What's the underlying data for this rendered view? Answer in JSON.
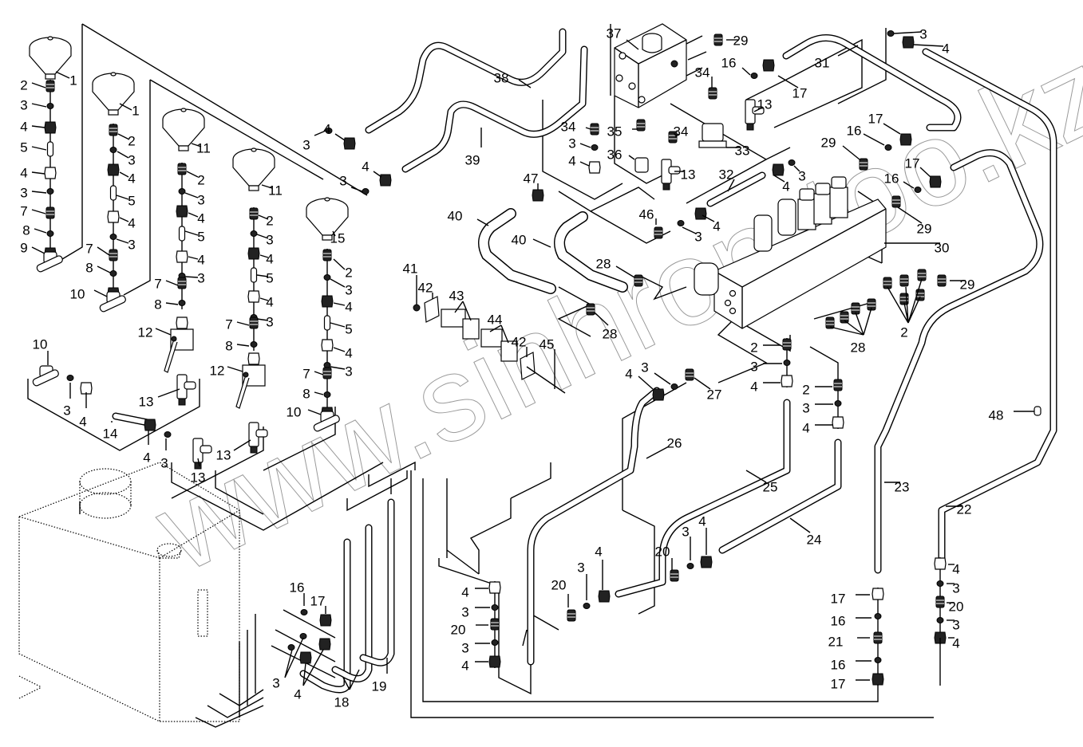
{
  "diagram": {
    "title": "Hydraulic system exploded view",
    "watermark": "www.sinhron-too.kz",
    "colors": {
      "line": "#000000",
      "background": "#ffffff",
      "watermark": "#9a9a9a"
    },
    "callouts": [
      {
        "id": "c1",
        "num": "1"
      },
      {
        "id": "c2",
        "num": "2"
      },
      {
        "id": "c3",
        "num": "3"
      },
      {
        "id": "c4",
        "num": "4"
      },
      {
        "id": "c5",
        "num": "5"
      },
      {
        "id": "c6",
        "num": "4"
      },
      {
        "id": "c7",
        "num": "3"
      },
      {
        "id": "c8",
        "num": "7"
      },
      {
        "id": "c9",
        "num": "8"
      },
      {
        "id": "c10",
        "num": "9"
      },
      {
        "id": "c11",
        "num": "1"
      },
      {
        "id": "c12",
        "num": "2"
      },
      {
        "id": "c13",
        "num": "3"
      },
      {
        "id": "c14",
        "num": "4"
      },
      {
        "id": "c15",
        "num": "5"
      },
      {
        "id": "c16",
        "num": "4"
      },
      {
        "id": "c17",
        "num": "3"
      },
      {
        "id": "c18",
        "num": "7"
      },
      {
        "id": "c19",
        "num": "8"
      },
      {
        "id": "c20",
        "num": "10"
      },
      {
        "id": "c21",
        "num": "11"
      },
      {
        "id": "c22",
        "num": "2"
      },
      {
        "id": "c23",
        "num": "3"
      },
      {
        "id": "c24",
        "num": "4"
      },
      {
        "id": "c25",
        "num": "5"
      },
      {
        "id": "c26",
        "num": "4"
      },
      {
        "id": "c27",
        "num": "3"
      },
      {
        "id": "c28",
        "num": "7"
      },
      {
        "id": "c29",
        "num": "8"
      },
      {
        "id": "c30",
        "num": "12"
      },
      {
        "id": "c31",
        "num": "13"
      },
      {
        "id": "c32",
        "num": "11"
      },
      {
        "id": "c33",
        "num": "2"
      },
      {
        "id": "c34",
        "num": "3"
      },
      {
        "id": "c35",
        "num": "4"
      },
      {
        "id": "c36",
        "num": "5"
      },
      {
        "id": "c37",
        "num": "4"
      },
      {
        "id": "c38",
        "num": "3"
      },
      {
        "id": "c39",
        "num": "7"
      },
      {
        "id": "c40",
        "num": "8"
      },
      {
        "id": "c41",
        "num": "12"
      },
      {
        "id": "c42",
        "num": "13"
      },
      {
        "id": "c43",
        "num": "15"
      },
      {
        "id": "c44",
        "num": "2"
      },
      {
        "id": "c45",
        "num": "3"
      },
      {
        "id": "c46",
        "num": "4"
      },
      {
        "id": "c47",
        "num": "5"
      },
      {
        "id": "c48",
        "num": "4"
      },
      {
        "id": "c49",
        "num": "3"
      },
      {
        "id": "c50",
        "num": "7"
      },
      {
        "id": "c51",
        "num": "8"
      },
      {
        "id": "c52",
        "num": "10"
      },
      {
        "id": "c53",
        "num": "10"
      },
      {
        "id": "c54",
        "num": "3"
      },
      {
        "id": "c55",
        "num": "4"
      },
      {
        "id": "c56",
        "num": "14"
      },
      {
        "id": "c57",
        "num": "4"
      },
      {
        "id": "c58",
        "num": "3"
      },
      {
        "id": "c59",
        "num": "13"
      },
      {
        "id": "c60",
        "num": "3"
      },
      {
        "id": "c61",
        "num": "4"
      },
      {
        "id": "c62",
        "num": "3"
      },
      {
        "id": "c63",
        "num": "4"
      },
      {
        "id": "c64",
        "num": "38"
      },
      {
        "id": "c65",
        "num": "39"
      },
      {
        "id": "c66",
        "num": "37"
      },
      {
        "id": "c67",
        "num": "29"
      },
      {
        "id": "c68",
        "num": "34"
      },
      {
        "id": "c69",
        "num": "16"
      },
      {
        "id": "c70",
        "num": "17"
      },
      {
        "id": "c71",
        "num": "13"
      },
      {
        "id": "c72",
        "num": "34"
      },
      {
        "id": "c73",
        "num": "3"
      },
      {
        "id": "c74",
        "num": "4"
      },
      {
        "id": "c75",
        "num": "35"
      },
      {
        "id": "c76",
        "num": "36"
      },
      {
        "id": "c77",
        "num": "34"
      },
      {
        "id": "c78",
        "num": "13"
      },
      {
        "id": "c79",
        "num": "33"
      },
      {
        "id": "c80",
        "num": "32"
      },
      {
        "id": "c81",
        "num": "4"
      },
      {
        "id": "c82",
        "num": "3"
      },
      {
        "id": "c83",
        "num": "3"
      },
      {
        "id": "c84",
        "num": "4"
      },
      {
        "id": "c85",
        "num": "31"
      },
      {
        "id": "c86",
        "num": "17"
      },
      {
        "id": "c87",
        "num": "16"
      },
      {
        "id": "c88",
        "num": "29"
      },
      {
        "id": "c89",
        "num": "17"
      },
      {
        "id": "c90",
        "num": "16"
      },
      {
        "id": "c91",
        "num": "29"
      },
      {
        "id": "c92",
        "num": "30"
      },
      {
        "id": "c93",
        "num": "47"
      },
      {
        "id": "c94",
        "num": "40"
      },
      {
        "id": "c95",
        "num": "40"
      },
      {
        "id": "c96",
        "num": "46"
      },
      {
        "id": "c97",
        "num": "3"
      },
      {
        "id": "c98",
        "num": "4"
      },
      {
        "id": "c99",
        "num": "28"
      },
      {
        "id": "c100",
        "num": "28"
      },
      {
        "id": "c101",
        "num": "41"
      },
      {
        "id": "c102",
        "num": "42"
      },
      {
        "id": "c103",
        "num": "43"
      },
      {
        "id": "c104",
        "num": "44"
      },
      {
        "id": "c105",
        "num": "42"
      },
      {
        "id": "c106",
        "num": "45"
      },
      {
        "id": "c107",
        "num": "4"
      },
      {
        "id": "c108",
        "num": "3"
      },
      {
        "id": "c109",
        "num": "27"
      },
      {
        "id": "c110",
        "num": "26"
      },
      {
        "id": "c111",
        "num": "2"
      },
      {
        "id": "c112",
        "num": "3"
      },
      {
        "id": "c113",
        "num": "4"
      },
      {
        "id": "c114",
        "num": "2"
      },
      {
        "id": "c115",
        "num": "3"
      },
      {
        "id": "c116",
        "num": "4"
      },
      {
        "id": "c117",
        "num": "25"
      },
      {
        "id": "c118",
        "num": "24"
      },
      {
        "id": "c119",
        "num": "29"
      },
      {
        "id": "c120",
        "num": "2"
      },
      {
        "id": "c121",
        "num": "28"
      },
      {
        "id": "c122",
        "num": "48"
      },
      {
        "id": "c123",
        "num": "23"
      },
      {
        "id": "c124",
        "num": "22"
      },
      {
        "id": "c125",
        "num": "20"
      },
      {
        "id": "c126",
        "num": "3"
      },
      {
        "id": "c127",
        "num": "4"
      },
      {
        "id": "c128",
        "num": "20"
      },
      {
        "id": "c129",
        "num": "3"
      },
      {
        "id": "c130",
        "num": "4"
      },
      {
        "id": "c131",
        "num": "4"
      },
      {
        "id": "c132",
        "num": "3"
      },
      {
        "id": "c133",
        "num": "20"
      },
      {
        "id": "c134",
        "num": "3"
      },
      {
        "id": "c135",
        "num": "4"
      },
      {
        "id": "c136",
        "num": "16"
      },
      {
        "id": "c137",
        "num": "17"
      },
      {
        "id": "c138",
        "num": "3"
      },
      {
        "id": "c139",
        "num": "4"
      },
      {
        "id": "c140",
        "num": "18"
      },
      {
        "id": "c141",
        "num": "19"
      },
      {
        "id": "c142",
        "num": "17"
      },
      {
        "id": "c143",
        "num": "16"
      },
      {
        "id": "c144",
        "num": "21"
      },
      {
        "id": "c145",
        "num": "16"
      },
      {
        "id": "c146",
        "num": "17"
      },
      {
        "id": "c147",
        "num": "4"
      },
      {
        "id": "c148",
        "num": "3"
      },
      {
        "id": "c149",
        "num": "20"
      },
      {
        "id": "c150",
        "num": "3"
      },
      {
        "id": "c151",
        "num": "4"
      }
    ]
  }
}
